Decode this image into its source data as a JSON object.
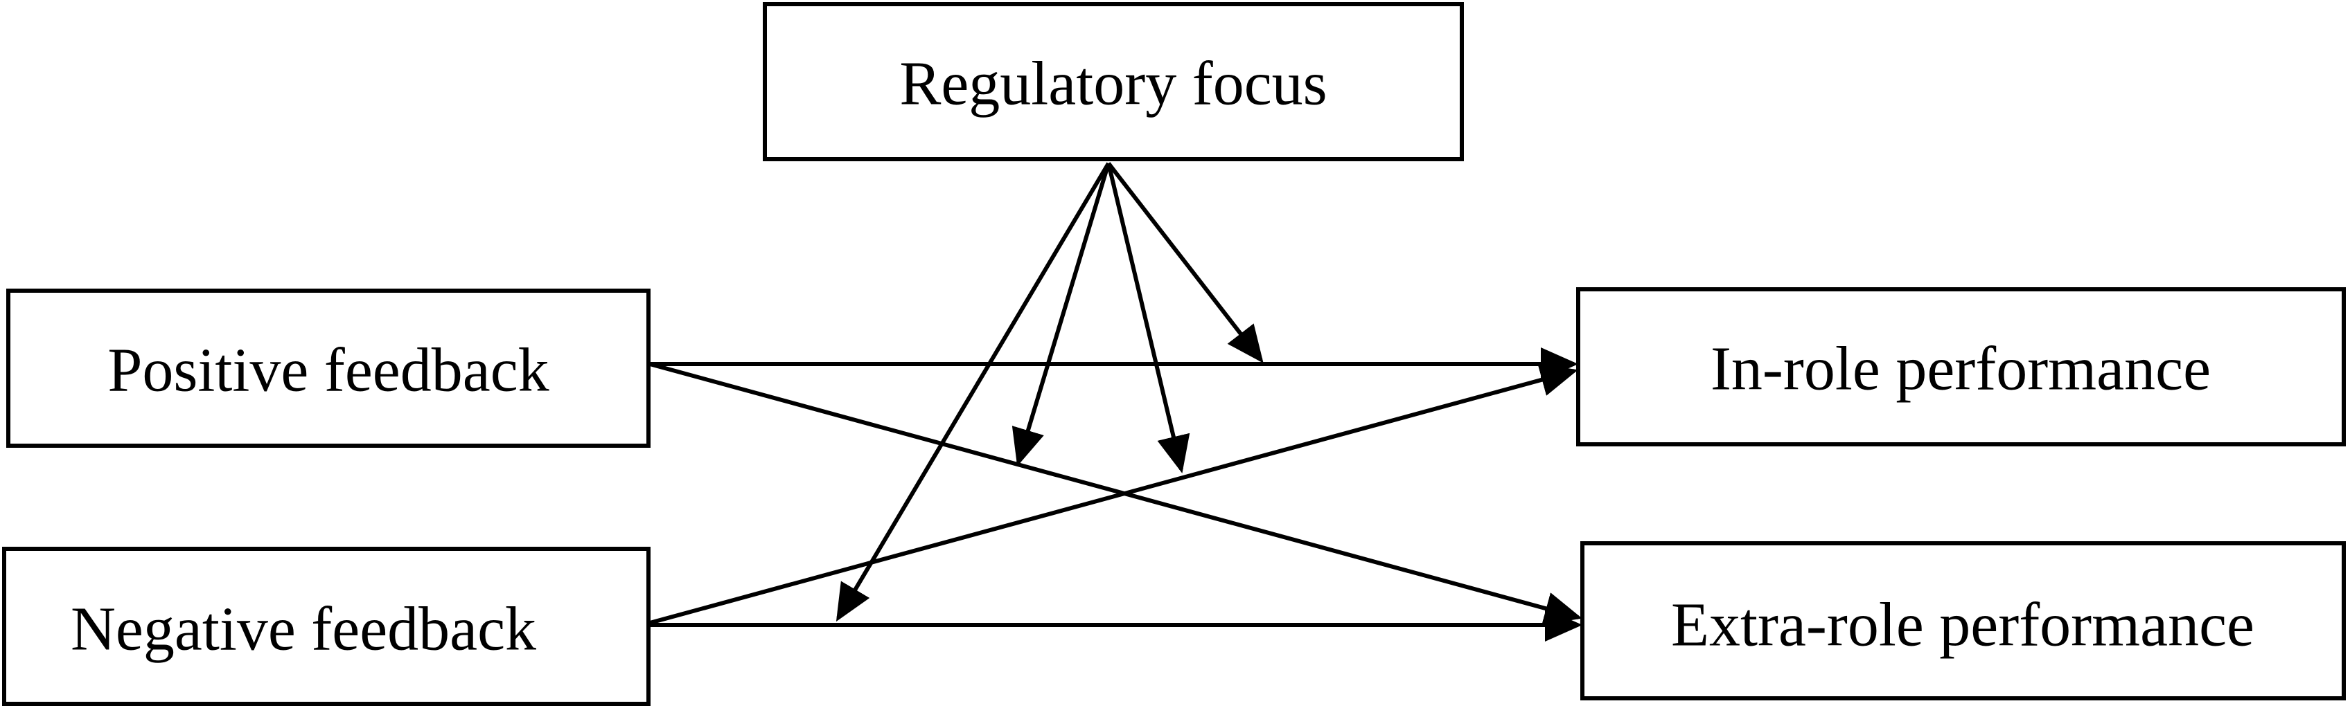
{
  "nodes": {
    "regulatory_focus": "Regulatory focus",
    "positive_feedback": "Positive feedback",
    "negative_feedback": "Negative feedback",
    "in_role_performance": "In-role performance",
    "extra_role_performance": "Extra-role performance"
  },
  "colors": {
    "stroke": "#000000",
    "background": "#ffffff"
  }
}
